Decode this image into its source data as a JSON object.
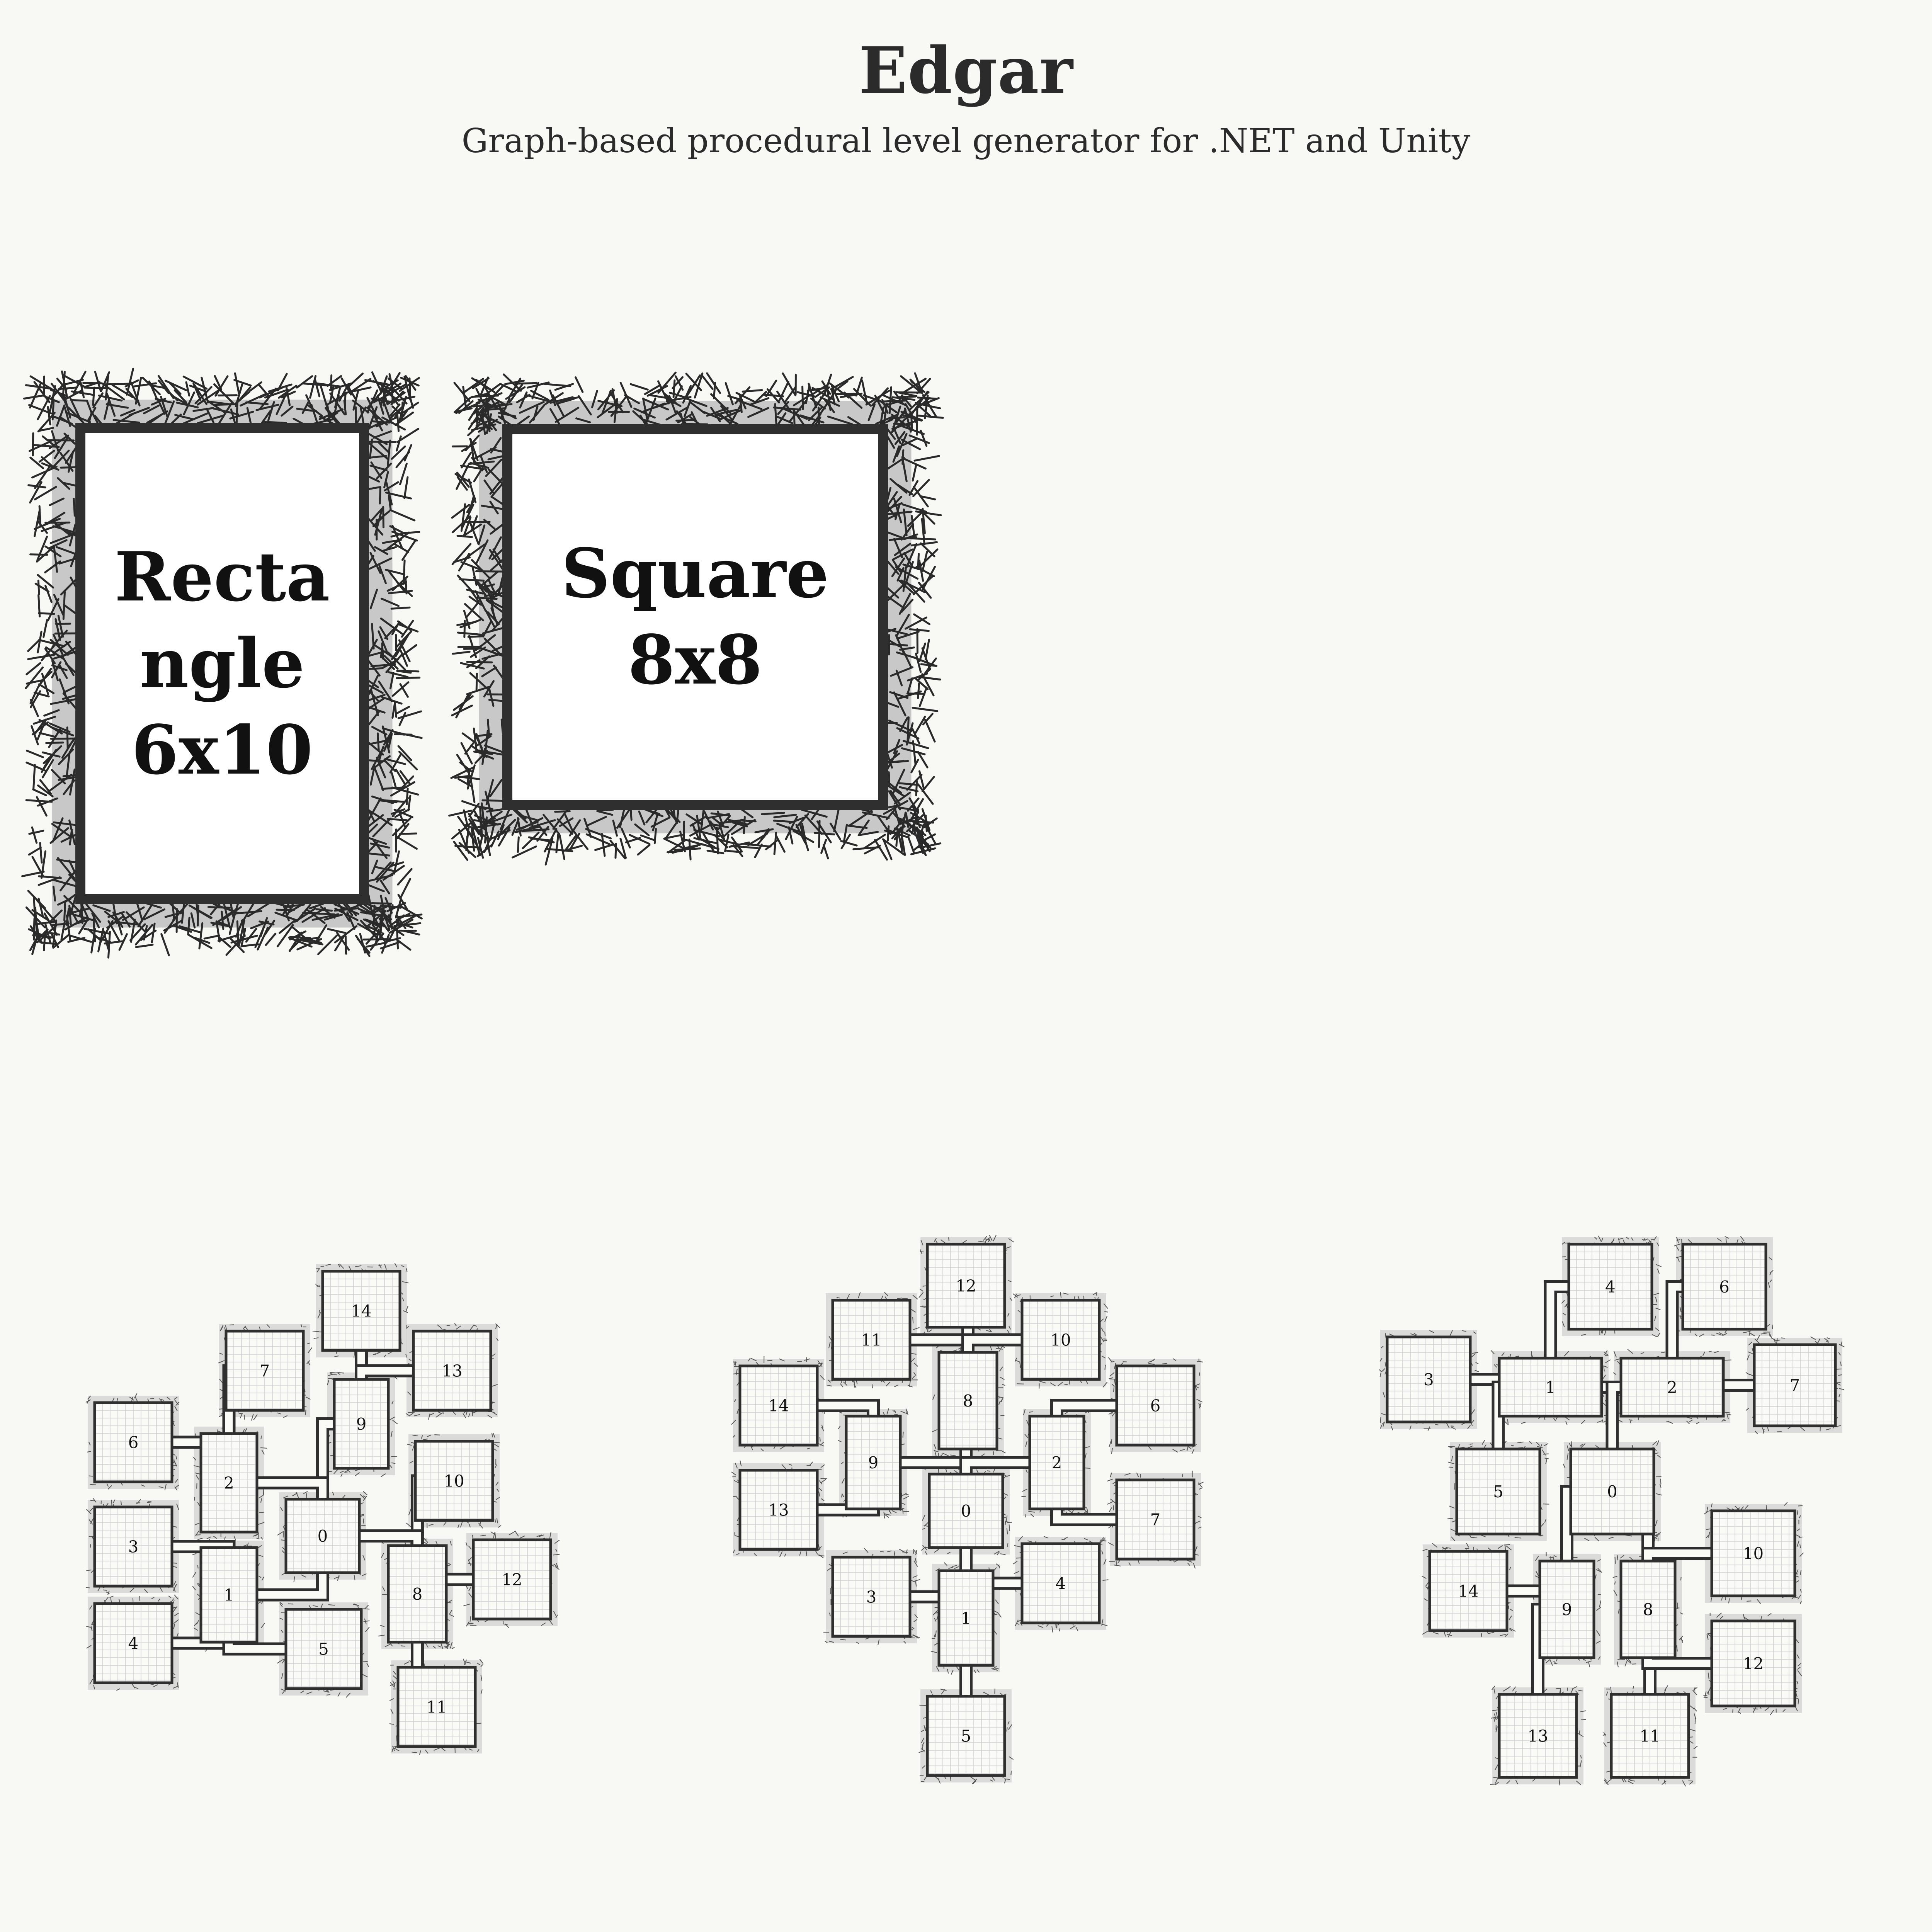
{
  "header": {
    "title": "Edgar",
    "subtitle": "Graph-based procedural level generator for .NET and Unity"
  },
  "room_templates": [
    {
      "label": "Rectangle 6x10"
    },
    {
      "label": "Square 8x8"
    }
  ],
  "layouts": [
    {
      "rooms": [
        "14",
        "7",
        "13",
        "6",
        "9",
        "2",
        "10",
        "0",
        "3",
        "12",
        "1",
        "8",
        "4",
        "5",
        "11"
      ]
    },
    {
      "rooms": [
        "12",
        "11",
        "10",
        "8",
        "14",
        "6",
        "9",
        "2",
        "0",
        "13",
        "7",
        "3",
        "4",
        "1",
        "5"
      ]
    },
    {
      "rooms": [
        "4",
        "6",
        "3",
        "1",
        "2",
        "7",
        "5",
        "0",
        "10",
        "14",
        "9",
        "8",
        "12",
        "13",
        "11"
      ]
    }
  ],
  "colors": {
    "background": "#f8f8f5",
    "wall": "#2f2f2f",
    "floor": "#fafaf7",
    "grid": "#d0d0d0",
    "hatch": "#2a2a2a",
    "halo": "#c8c8c8"
  }
}
